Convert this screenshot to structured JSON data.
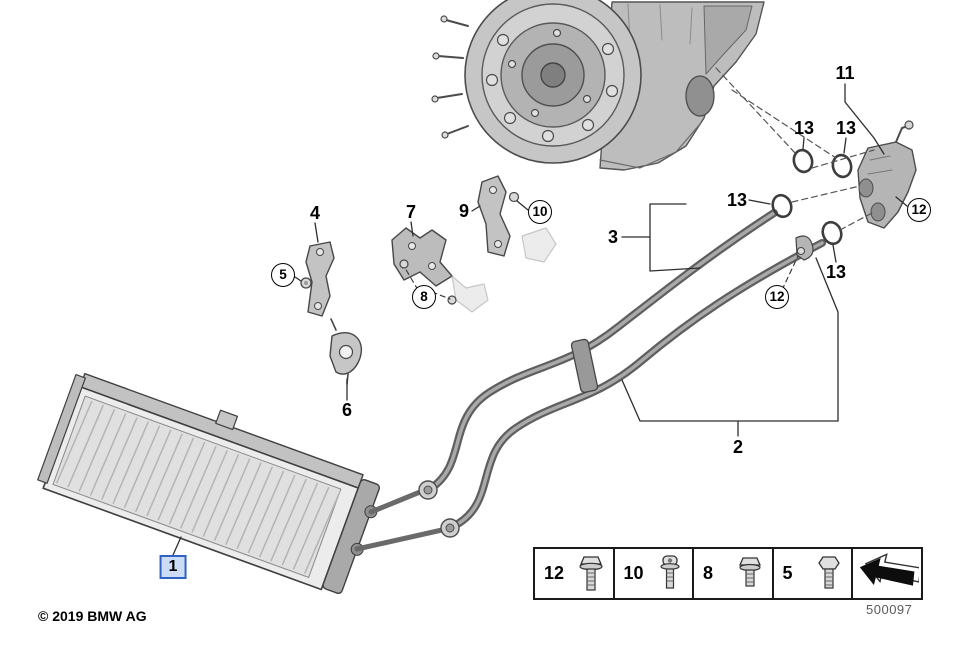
{
  "page": {
    "copyright": "© 2019 BMW AG",
    "diagram_code": "500097",
    "background_color": "#ffffff"
  },
  "colors": {
    "callout_text": "#000000",
    "highlight_border": "#2f62c4",
    "highlight_fill": "#ccdcf5",
    "line_color": "#2e2e2e",
    "part_fill_light": "#d2d2d2",
    "part_fill_mid": "#b5b5b5"
  },
  "callouts": [
    {
      "label": "11",
      "shape": "plain"
    },
    {
      "label": "13",
      "shape": "plain"
    },
    {
      "label": "13",
      "shape": "plain"
    },
    {
      "label": "13",
      "shape": "plain"
    },
    {
      "label": "3",
      "shape": "plain"
    },
    {
      "label": "13",
      "shape": "plain"
    },
    {
      "label": "12",
      "shape": "circled"
    },
    {
      "label": "12",
      "shape": "circled"
    },
    {
      "label": "10",
      "shape": "circled"
    },
    {
      "label": "9",
      "shape": "plain"
    },
    {
      "label": "7",
      "shape": "plain"
    },
    {
      "label": "4",
      "shape": "plain"
    },
    {
      "label": "5",
      "shape": "circled"
    },
    {
      "label": "8",
      "shape": "circled"
    },
    {
      "label": "6",
      "shape": "plain"
    },
    {
      "label": "2",
      "shape": "plain"
    },
    {
      "label": "1",
      "shape": "highlighted-box"
    }
  ],
  "legend": {
    "items": [
      {
        "label": "12",
        "icon": "flange-bolt-icon"
      },
      {
        "label": "10",
        "icon": "torx-screw-icon"
      },
      {
        "label": "8",
        "icon": "flange-bolt-icon"
      },
      {
        "label": "5",
        "icon": "hex-bolt-icon"
      },
      {
        "label": "",
        "icon": "viewing-direction-arrow-icon"
      }
    ]
  }
}
